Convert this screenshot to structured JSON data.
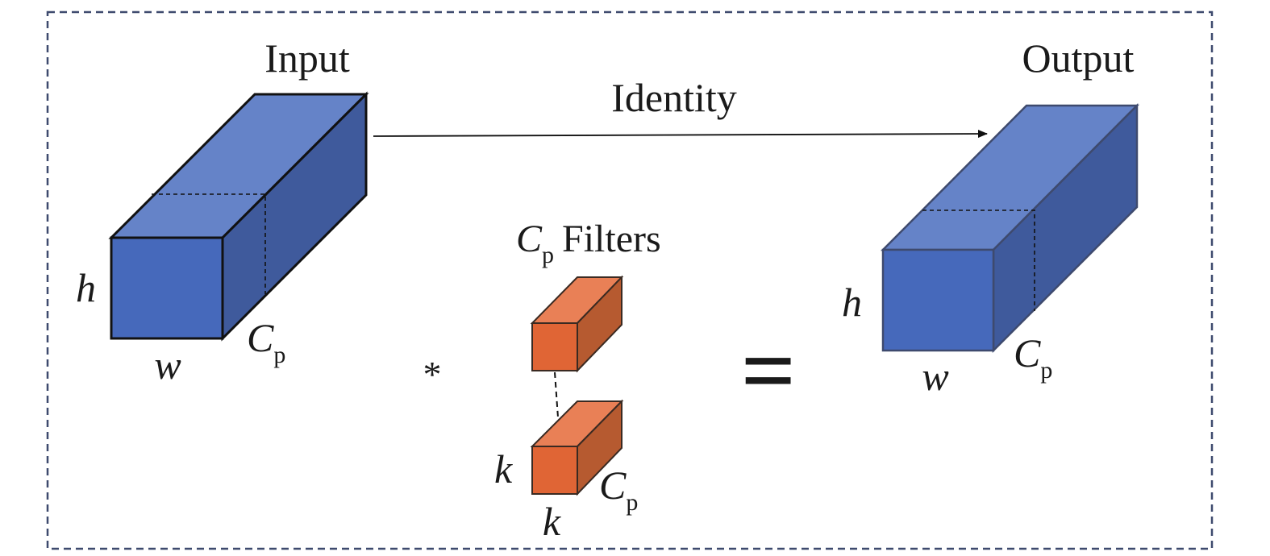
{
  "labels": {
    "input": "Input",
    "output": "Output",
    "identity": "Identity",
    "filters_symbol": "C",
    "filters_sub": "p",
    "filters_text": "Filters",
    "input_h": "h",
    "input_w": "w",
    "input_c": "C",
    "input_c_sub": "p",
    "output_h": "h",
    "output_w": "w",
    "output_c": "C",
    "output_c_sub": "p",
    "filter_k_side": "k",
    "filter_k_bottom": "k",
    "filter_c": "C",
    "filter_c_sub": "p",
    "conv_op": "*",
    "equals_op": "="
  },
  "colors": {
    "tensor_front": "#4669bb",
    "tensor_top": "#6583c8",
    "tensor_side": "#3f5a9c",
    "filter_front": "#e06535",
    "filter_top": "#e98056",
    "filter_side": "#b65a30",
    "border": "#3e4a6e"
  }
}
